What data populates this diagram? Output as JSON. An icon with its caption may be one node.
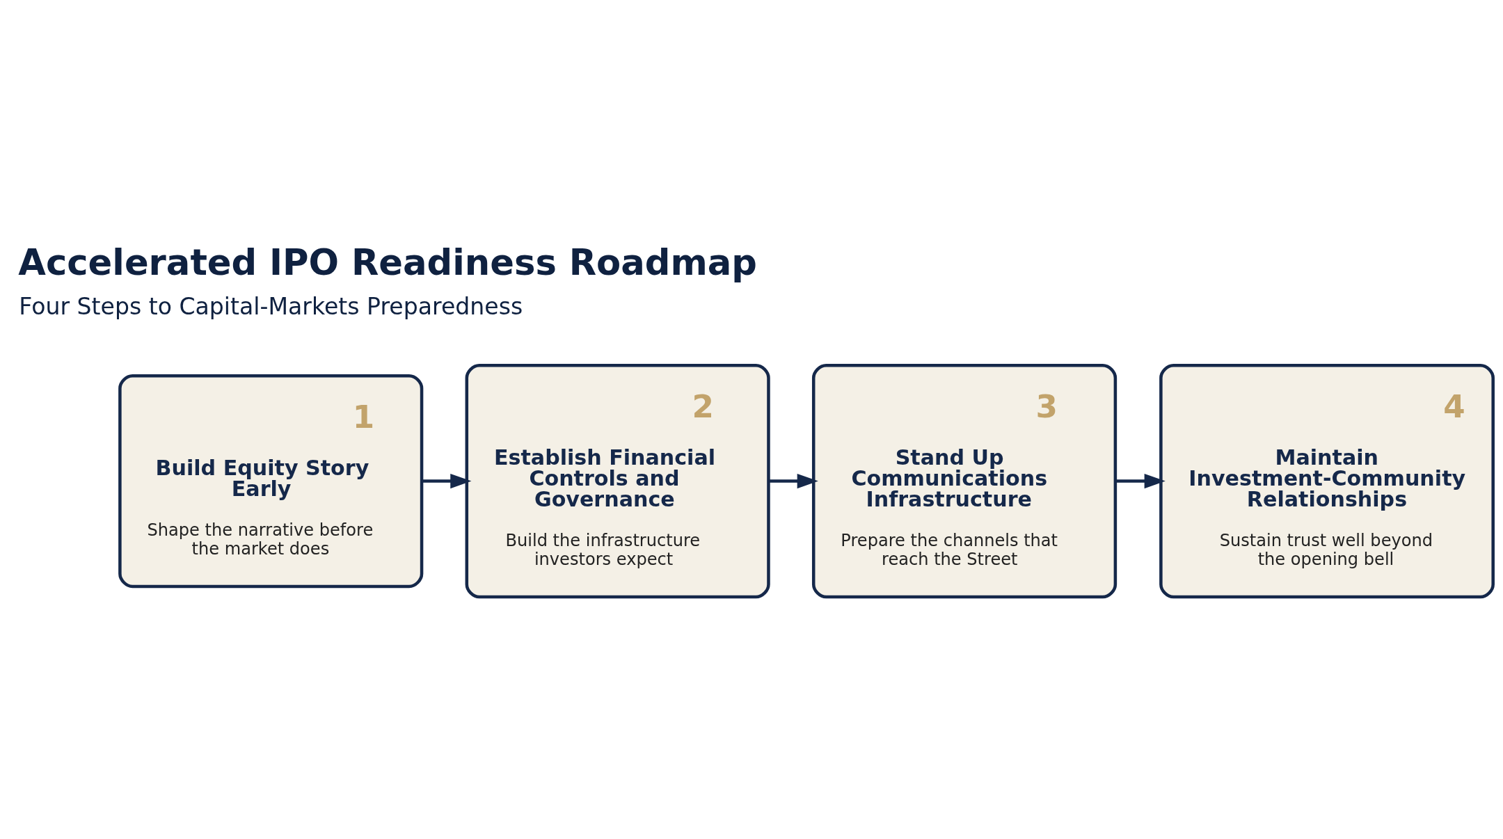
{
  "diagram": {
    "title": "Accelerated IPO Readiness Roadmap",
    "nodes": [
      {
        "text": [
          "1",
          "Build Equity Story Early",
          "Shape the narrative before the market does"
        ]
      },
      {
        "text": [
          "2",
          "Establish Financial Controls and Governance",
          "Build the infrastructure investors expect"
        ]
      },
      {
        "text": [
          "3",
          "Stand Up Communications Infrastructure",
          "Prepare the channels that reach the Street"
        ]
      },
      {
        "text": [
          "4",
          "Maintain Investment-Community Relationships",
          "Sustain trust well beyond the opening bell"
        ]
      }
    ],
    "edges": [
      {
        "from": 0,
        "to": 1,
        "arrow": "to"
      },
      {
        "from": 1,
        "to": 2,
        "arrow": "to"
      },
      {
        "from": 2,
        "to": 3,
        "arrow": "to"
      }
    ],
    "labels": [
      "Four Steps to Capital-Markets Preparedness"
    ]
  }
}
